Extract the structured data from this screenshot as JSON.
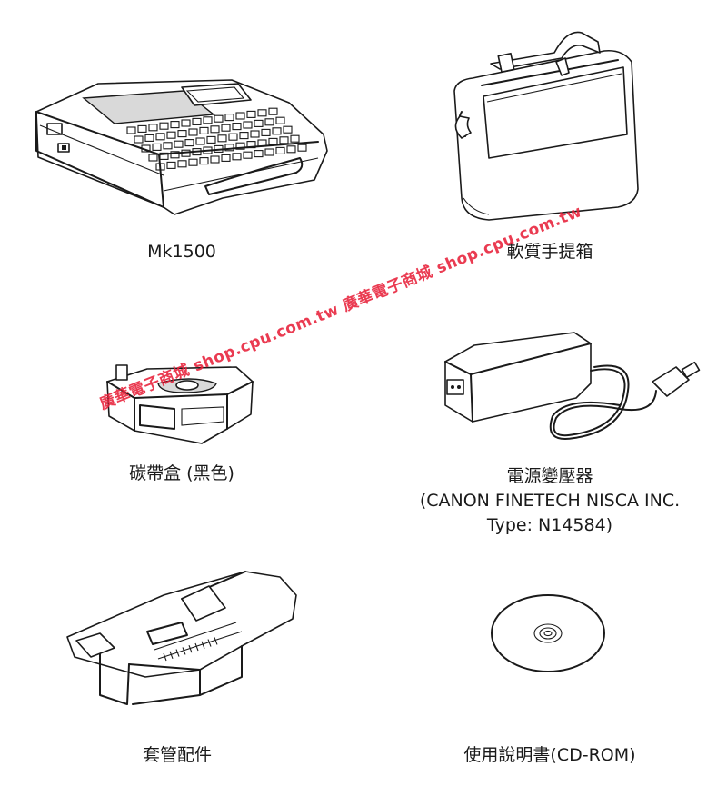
{
  "items": [
    {
      "key": "printer",
      "caption": [
        "Mk1500"
      ],
      "icon": "label-printer-icon"
    },
    {
      "key": "bag",
      "caption": [
        "軟質手提箱"
      ],
      "icon": "carrying-case-icon"
    },
    {
      "key": "ribbon",
      "caption": [
        "碳帶盒 (黑色)"
      ],
      "icon": "ribbon-cassette-icon"
    },
    {
      "key": "adapter",
      "caption": [
        "電源變壓器",
        "(CANON FINETECH NISCA INC.",
        "Type: N14584)"
      ],
      "icon": "ac-adapter-icon"
    },
    {
      "key": "tube",
      "caption": [
        "套管配件"
      ],
      "icon": "tube-attachment-icon"
    },
    {
      "key": "cd",
      "caption": [
        "使用說明書(CD-ROM)"
      ],
      "icon": "cd-rom-icon"
    }
  ],
  "watermark": {
    "text": "廣華電子商城 shop.cpu.com.tw 廣華電子商城 shop.cpu.com.tw",
    "color": "#e8203a"
  }
}
